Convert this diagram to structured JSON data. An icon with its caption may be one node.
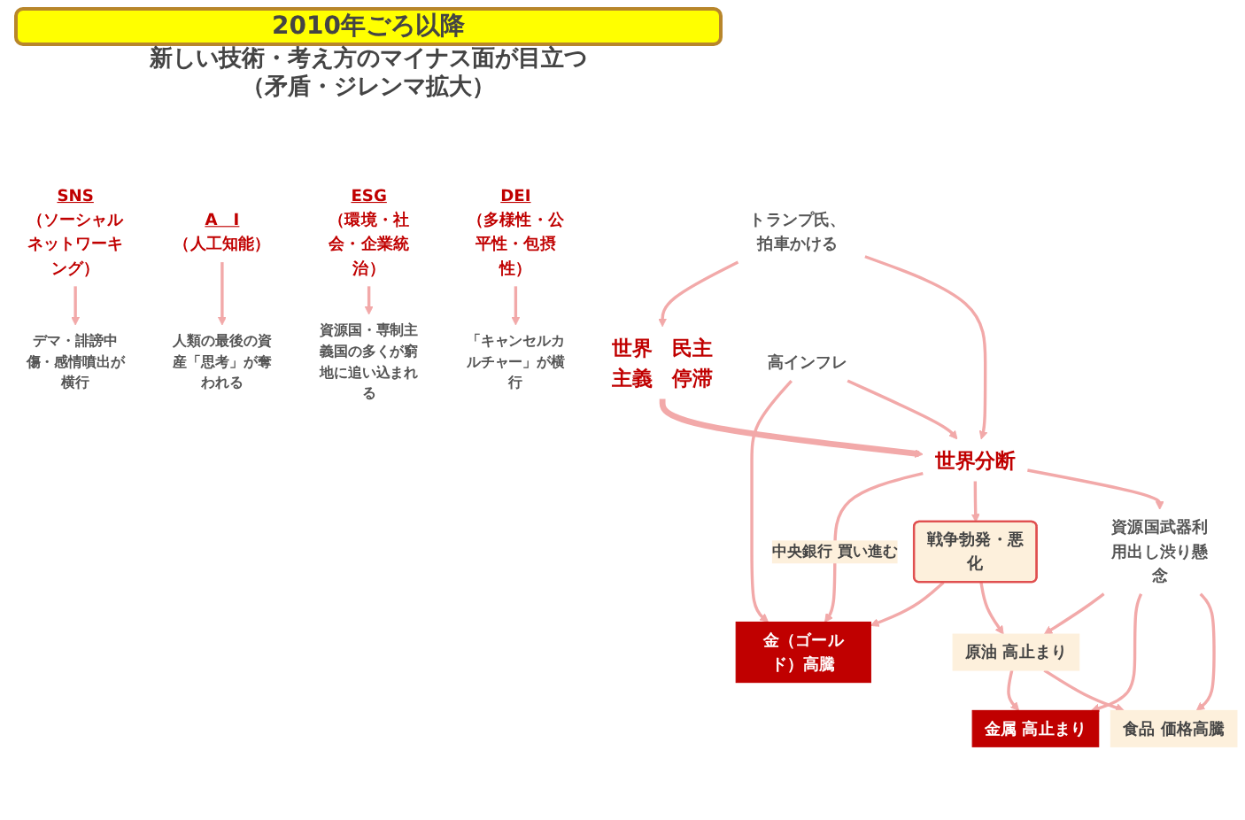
{
  "diagram": {
    "title": "2010年ごろ以降",
    "nodes": [
      {
        "text": [
          "SNS",
          "（ソーシャルネットワーキング）"
        ]
      },
      {
        "text": [
          "デマ・誹謗中傷・感情噴出が横行"
        ]
      },
      {
        "text": [
          "A　I",
          "（人工知能）"
        ]
      },
      {
        "text": [
          "人類の最後の資産「思考」が奪われる"
        ]
      },
      {
        "text": [
          "ESG",
          "（環境・社会・企業統治）"
        ]
      },
      {
        "text": [
          "資源国・専制主義国の多くが窮地に追い込まれる"
        ]
      },
      {
        "text": [
          "DEI",
          "（多様性・公平性・包摂性）"
        ]
      },
      {
        "text": [
          "「キャンセルカルチャー」が横行"
        ]
      },
      {
        "text": [
          "トランプ氏、拍車かける"
        ]
      },
      {
        "text": [
          "世界　民主主義　停滞"
        ]
      },
      {
        "text": [
          "世界分断"
        ]
      },
      {
        "text": [
          "金（ゴールド）高騰"
        ]
      },
      {
        "text": [
          "戦争勃発・悪化"
        ]
      },
      {
        "text": [
          "資源国武器利用出し渋り懸念"
        ]
      },
      {
        "text": [
          "原油 高止まり"
        ]
      },
      {
        "text": [
          "金属 高止まり"
        ]
      },
      {
        "text": [
          "食品 価格高騰"
        ]
      },
      {
        "text": [
          "高インフレ"
        ]
      }
    ],
    "edges": [
      {
        "from": 0,
        "to": 1,
        "arrow": "to"
      },
      {
        "from": 2,
        "to": 3,
        "arrow": "to"
      },
      {
        "from": 4,
        "to": 5,
        "arrow": "to"
      },
      {
        "from": 6,
        "to": 7,
        "arrow": "to"
      },
      {
        "from": 8,
        "to": 9,
        "arrow": "to"
      },
      {
        "from": 8,
        "to": 10,
        "arrow": "to"
      },
      {
        "from": 9,
        "to": 10,
        "arrow": "to",
        "style": "thick"
      },
      {
        "from": 10,
        "to": 11,
        "arrow": "to",
        "label": "中央銀行 買い進む"
      },
      {
        "from": 10,
        "to": 12,
        "arrow": "to"
      },
      {
        "from": 10,
        "to": 13,
        "arrow": "to"
      },
      {
        "from": 12,
        "to": 11,
        "arrow": "to"
      },
      {
        "from": 12,
        "to": 14,
        "arrow": "to"
      },
      {
        "from": 17,
        "to": 11,
        "arrow": "to"
      },
      {
        "from": 17,
        "to": 10,
        "arrow": "to"
      },
      {
        "from": 13,
        "to": 14,
        "arrow": "to"
      },
      {
        "from": 13,
        "to": 15,
        "arrow": "to"
      },
      {
        "from": 13,
        "to": 16,
        "arrow": "to"
      },
      {
        "from": 14,
        "to": 15,
        "arrow": "to"
      },
      {
        "from": 14,
        "to": 16,
        "arrow": "to"
      }
    ],
    "labels": [
      "新しい技術・考え方のマイナス面が目立つ",
      "（矛盾・ジレンマ拡大）"
    ]
  }
}
